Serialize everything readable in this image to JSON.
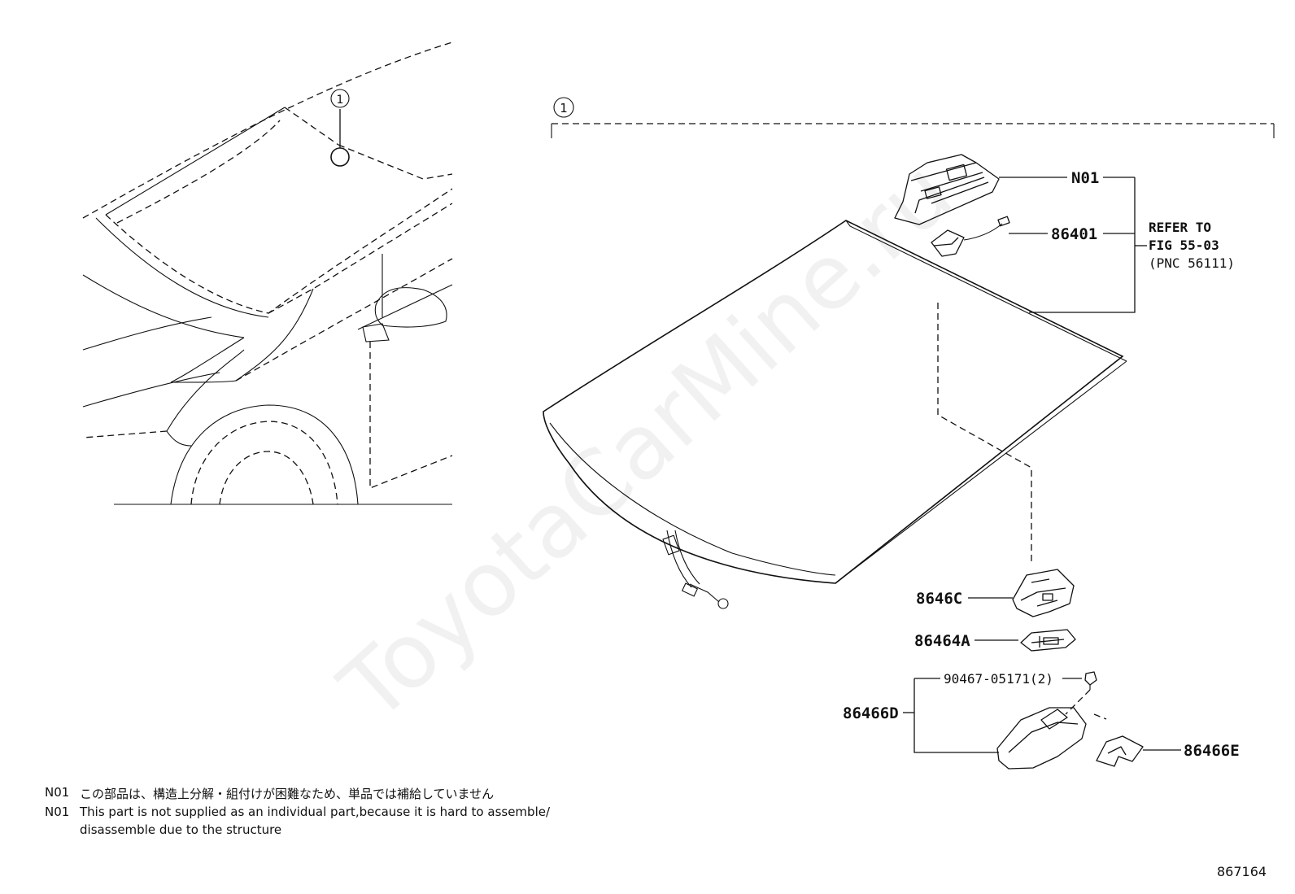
{
  "callouts": {
    "index_left": "1",
    "index_right": "1"
  },
  "parts": {
    "n01": "N01",
    "p86401": "86401",
    "p8646c": "8646C",
    "p86464a": "86464A",
    "p90467": "90467-05171(2)",
    "p86466d": "86466D",
    "p86466e": "86466E"
  },
  "refer": {
    "line1": "REFER TO",
    "line2": "FIG 55-03",
    "line3": "(PNC 56111)"
  },
  "notes": {
    "code1": "N01",
    "text_jp": "この部品は、構造上分解・組付けが困難なため、単品では補給していません",
    "code2": "N01",
    "text_en_1": "This part is not supplied as an individual part,because it is hard to assemble/",
    "text_en_2": "disassemble due to the structure"
  },
  "figure_number": "867164",
  "watermark": "ToyotaCarMine.ru"
}
